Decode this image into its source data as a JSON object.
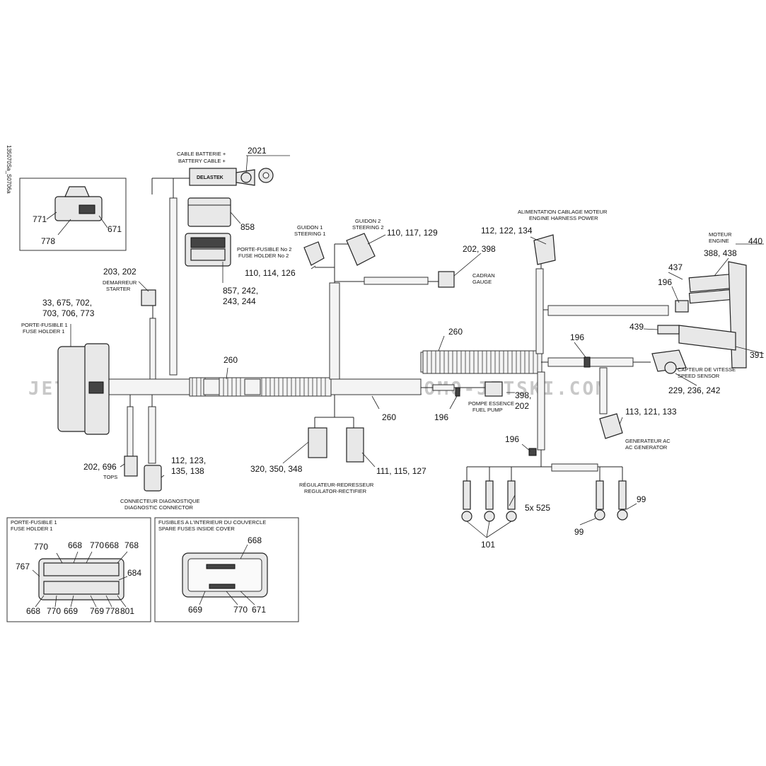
{
  "doc_code": "135070Sa_S0706a",
  "watermark": "JETSKI.COM   PROMO-JETSKI.COM   PROMO-JETSKI.COM",
  "callouts": {
    "c2021": "2021",
    "c858": "858",
    "c857": "857, 242,",
    "c243": "243, 244",
    "c110a": "110, 114, 126",
    "c110b": "110, 117, 129",
    "c202a": "202, 398",
    "c112a": "112, 122, 134",
    "c440": "440",
    "c388": "388, 438",
    "c437": "437",
    "c196a": "196",
    "c439": "439",
    "c391": "391",
    "c196b": "196",
    "c229": "229, 236, 242",
    "c260a": "260",
    "c260b": "260",
    "c260c": "260",
    "c203": "203, 202",
    "c33a": "33, 675, 702,",
    "c33b": "703, 706, 773",
    "c398a": "398,",
    "c398b": "202",
    "c196c": "196",
    "c113": "113, 121, 133",
    "c196d": "196",
    "c320": "320, 350, 348",
    "c111": "111, 115, 127",
    "c202b": "202, 696",
    "c112b": "112, 123,",
    "c135": "135, 138",
    "c525": "5x 525",
    "c99a": "99",
    "c99b": "99",
    "c101": "101",
    "c771": "771",
    "c671a": "671",
    "c778a": "778"
  },
  "captions": {
    "battery_fr": "CABLE BATTERIE +",
    "battery_en": "BATTERY CABLE +",
    "fh2_fr": "PORTE-FUSIBLE No 2",
    "fh2_en": "FUSE HOLDER No 2",
    "steer1_fr": "GUIDON 1",
    "steer1_en": "STEERING 1",
    "steer2_fr": "GUIDON 2",
    "steer2_en": "STEERING 2",
    "gauge_fr": "CADRAN",
    "gauge_en": "GAUGE",
    "ehp_fr": "ALIMENTATION CABLAGE MOTEUR",
    "ehp_en": "ENGINE HARNESS POWER",
    "engine_fr": "MOTEUR",
    "engine_en": "ENGINE",
    "starter_fr": "DEMARREUR",
    "starter_en": "STARTER",
    "fh1_fr": "PORTE-FUSIBLE 1",
    "fh1_en": "FUSE HOLDER 1",
    "speed_fr": "CAPTEUR DE VITESSE",
    "speed_en": "SPEED SENSOR",
    "pump_fr": "POMPE ESSENCE",
    "pump_en": "FUEL PUMP",
    "acgen_fr": "GENERATEUR AC",
    "acgen_en": "AC GENERATOR",
    "regrec_fr": "RÉGULATEUR-REDRESSEUR",
    "regrec_en": "REGULATOR-RECTIFIER",
    "tops": "TOPS",
    "diag_fr": "CONNECTEUR DIAGNOSTIQUE",
    "diag_en": "DIAGNOSTIC CONNECTOR",
    "delastek": "DELASTEK"
  },
  "inset_fuse_holder": {
    "title_fr": "PORTE-FUSIBLE 1",
    "title_en": "FUSE HOLDER 1",
    "c770a": "770",
    "c668a": "668",
    "c770b": "770",
    "c668b": "668",
    "c768": "768",
    "c767": "767",
    "c684": "684",
    "c668c": "668",
    "c770c": "770",
    "c669": "669",
    "c769": "769",
    "c778": "778",
    "c801": "801"
  },
  "inset_spare_fuses": {
    "title_fr": "FUSIBLES A L'INTERIEUR DU COUVERCLE",
    "title_en": "SPARE FUSES INSIDE COVER",
    "c668": "668",
    "c669": "669",
    "c770": "770",
    "c671": "671"
  }
}
